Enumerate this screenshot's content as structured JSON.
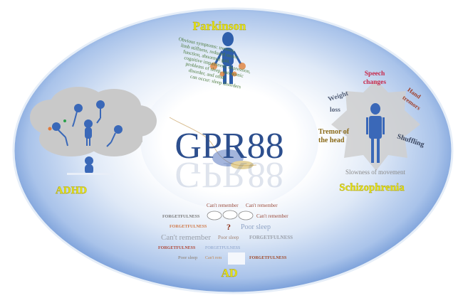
{
  "center": {
    "label": "GPR88"
  },
  "diseases": {
    "parkinson": {
      "title": "Parkinson",
      "symptom_lines": [
        "Obvious symptoms: tremors,",
        "limb stiffness, reduced motor",
        "function, abnormal gait,",
        "cognitive impairment, depression,",
        "problems of sleep, autonomic",
        "disorder, and other",
        "can occur: sleep disorders"
      ]
    },
    "adhd": {
      "title": "ADHD"
    },
    "schizophrenia": {
      "title": "Schizophrenia",
      "symptoms": {
        "speech_1": "Speech",
        "speech_2": "changes",
        "weight_1": "Weight",
        "weight_2": "loss",
        "hand_1": "Hand",
        "hand_2": "tremors",
        "head_1": "Tremor of",
        "head_2": "the head",
        "shuffling": "Shuffling",
        "slowness": "Slowness of movement"
      }
    },
    "ad": {
      "title": "AD",
      "words": [
        "Can't remember",
        "Can't remember",
        "FORGETFULNESS",
        "Can't remember",
        "FORGETFULNESS",
        "Poor sleep",
        "Can't remember",
        "Poor sleep",
        "FORGETFULNESS",
        "FORGETFULNESS",
        "FORGETFULNESS",
        "Poor sleep",
        "Can't rem",
        "FORGETFULNESS",
        "?"
      ]
    }
  },
  "colors": {
    "ring": "#6f98d6",
    "title": "#e6e61a",
    "gpr": "#2d4f8e",
    "figure": "#3a68b8"
  }
}
